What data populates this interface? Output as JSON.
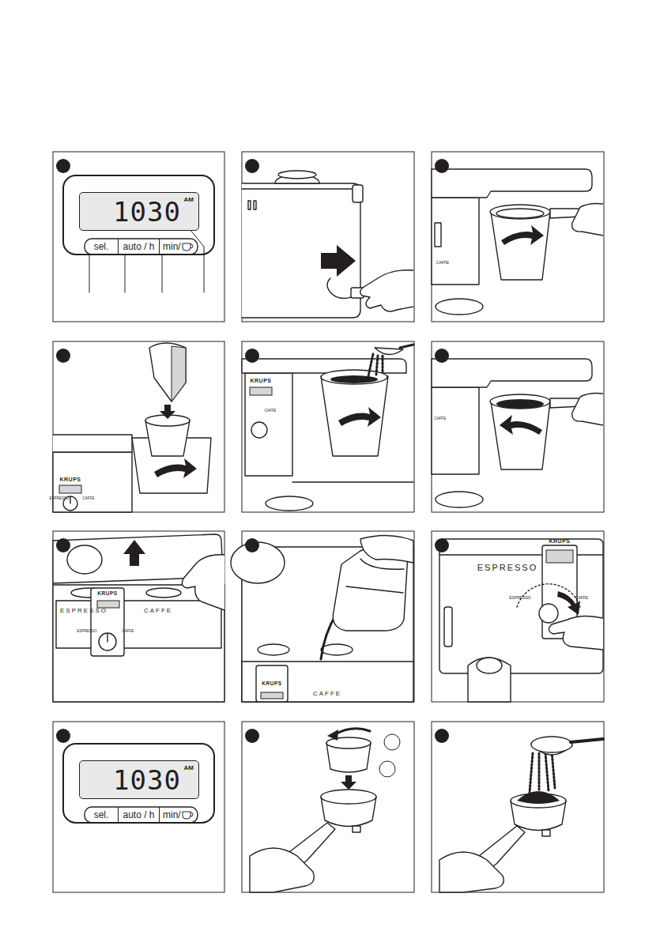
{
  "diagram": {
    "nodes": [
      {
        "text": [
          "1030",
          "AM"
        ]
      },
      {
        "text": [
          "sel."
        ]
      },
      {
        "text": [
          "auto / h"
        ]
      },
      {
        "text": [
          "min/"
        ]
      },
      {
        "text": [
          "1030",
          "AM"
        ]
      },
      {
        "text": [
          "sel."
        ]
      },
      {
        "text": [
          "auto / h"
        ]
      },
      {
        "text": [
          "min/"
        ]
      }
    ],
    "labels": [
      "CAFFE",
      "KRUPS",
      "ESPRESSO",
      "CAFFE",
      "KRUPS",
      "CAFFE",
      "CAFFE",
      "KRUPS",
      "ESPRESSO",
      "CAFFE",
      "ESPRESSO",
      "CAFFE",
      "KRUPS",
      "CAFFE",
      "KRUPS",
      "ESPRESSO",
      "ESPRESSO",
      "CAFFE"
    ]
  }
}
